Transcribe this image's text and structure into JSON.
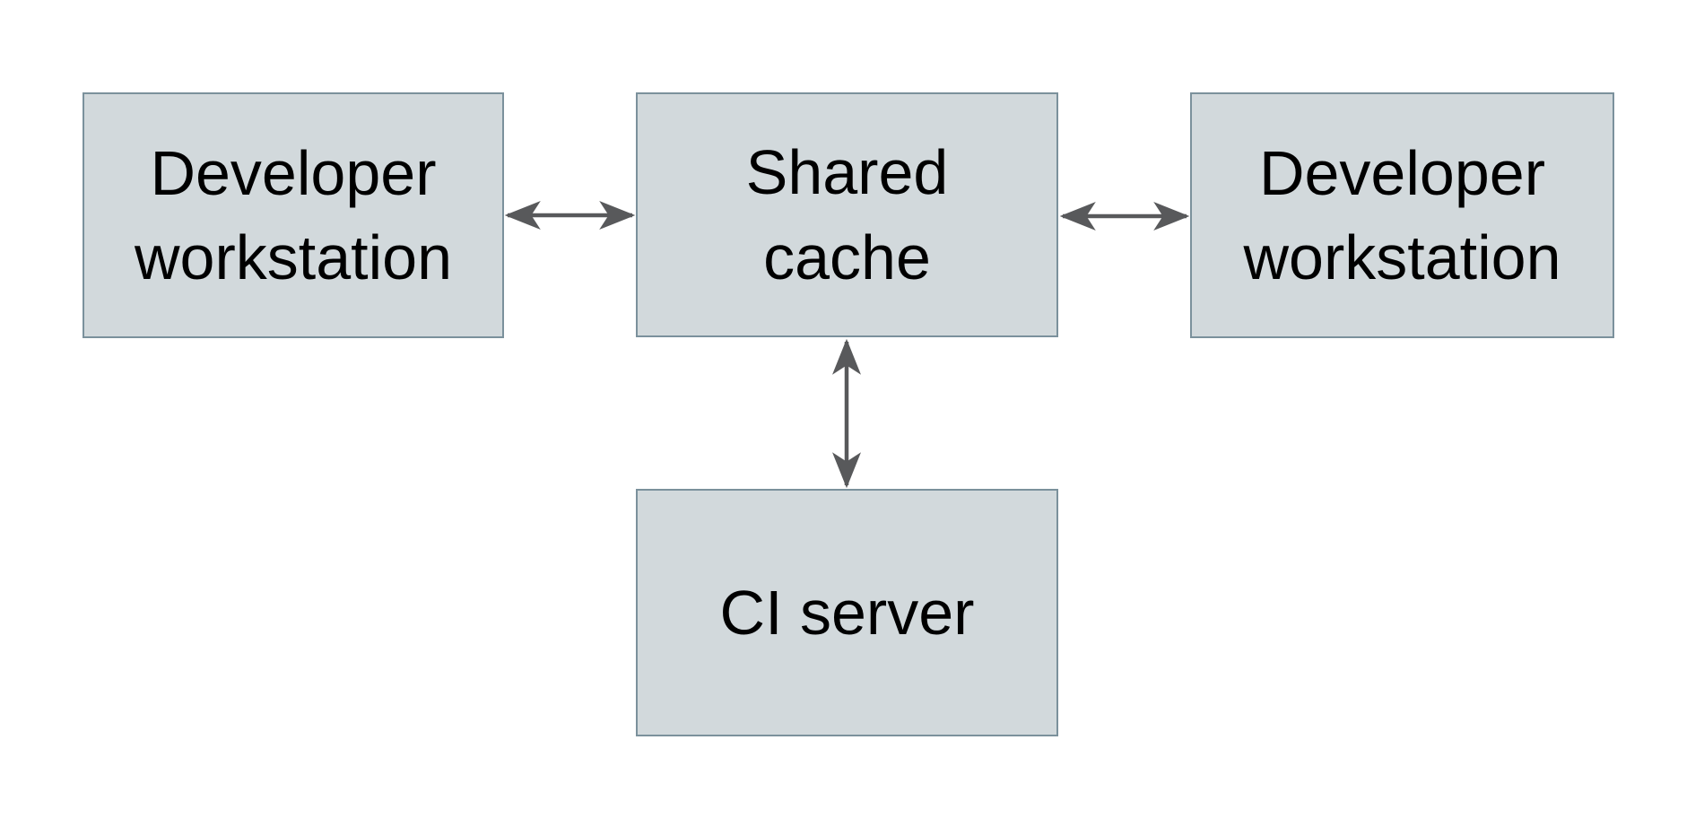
{
  "page": {
    "background": "#ffffff"
  },
  "diagram": {
    "type": "architecture-diagram",
    "nodes": [
      {
        "id": "developer-workstation-left",
        "label": "Developer\nworkstation"
      },
      {
        "id": "shared-cache",
        "label": "Shared\ncache"
      },
      {
        "id": "developer-workstation-right",
        "label": "Developer\nworkstation"
      },
      {
        "id": "ci-server",
        "label": "CI server"
      }
    ],
    "edges": [
      {
        "from": "developer-workstation-left",
        "to": "shared-cache",
        "direction": "bidirectional"
      },
      {
        "from": "shared-cache",
        "to": "developer-workstation-right",
        "direction": "bidirectional"
      },
      {
        "from": "shared-cache",
        "to": "ci-server",
        "direction": "bidirectional"
      }
    ],
    "colors": {
      "node_fill": "#d2d9dc",
      "node_border": "#7b919c",
      "arrow": "#58595b",
      "text": "#000000",
      "background": "#ffffff"
    }
  }
}
